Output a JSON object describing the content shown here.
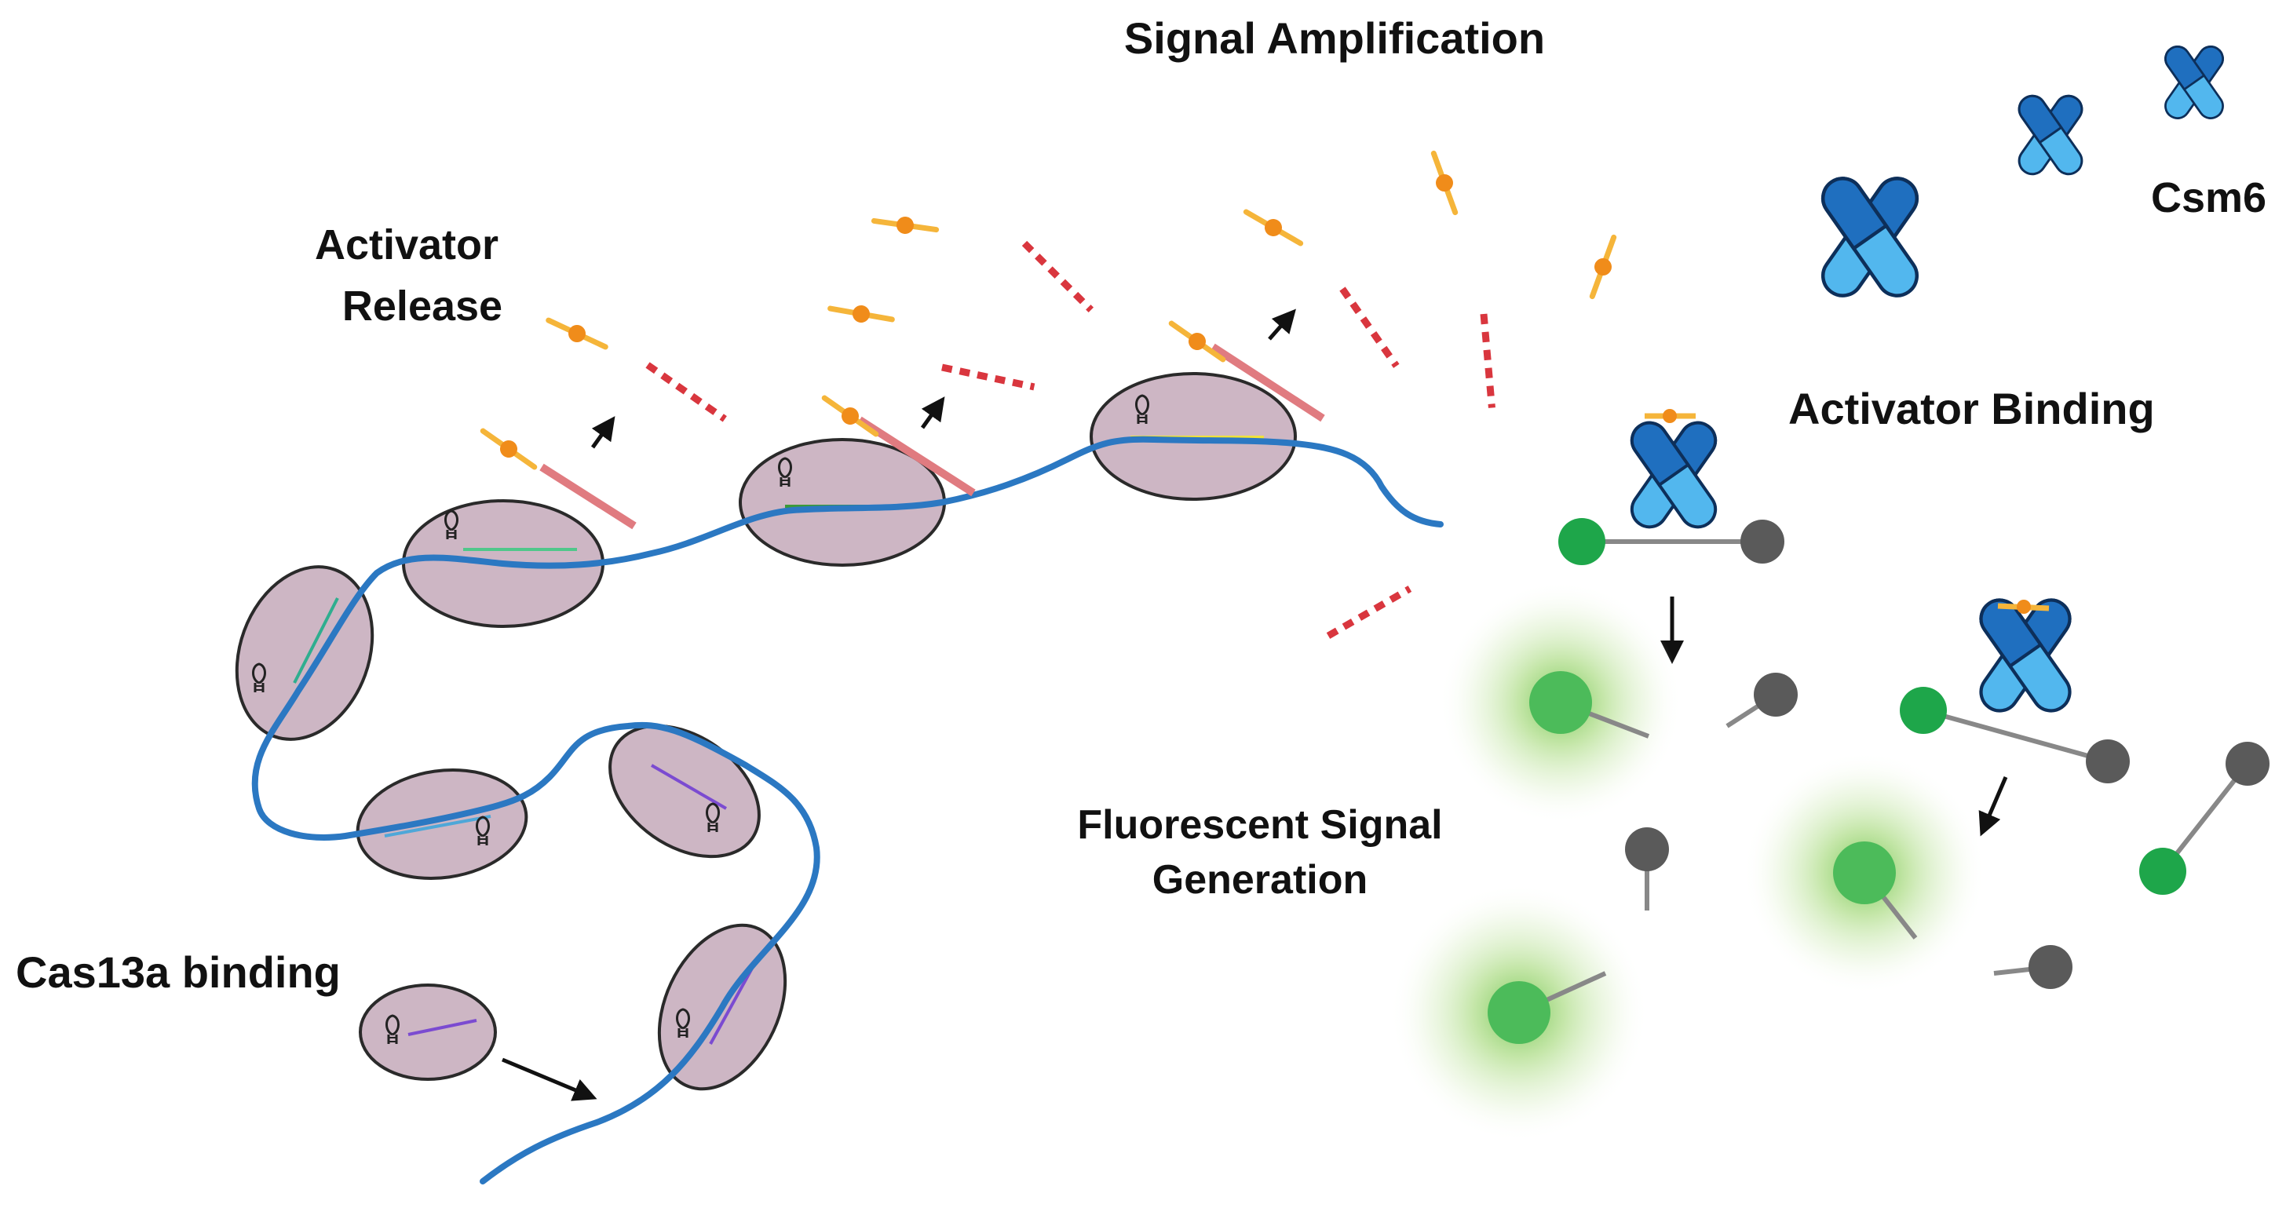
{
  "labels": {
    "signal_amplification": "Signal Amplification",
    "activator_release_1": "Activator",
    "activator_release_2": "Release",
    "csm6": "Csm6",
    "activator_binding": "Activator Binding",
    "fluorescent_1": "Fluorescent Signal",
    "fluorescent_2": "Generation",
    "cas13a_binding": "Cas13a binding"
  },
  "colors": {
    "rna_strand": "#2b78c2",
    "cas13a_body": "#cdb6c4",
    "cas13a_outline": "#2a2a2a",
    "cleaved_fragment": "#d9363e",
    "activator": "#f5a623",
    "activator_core": "#f08c1a",
    "csm6_dark": "#1f6fbf",
    "csm6_light": "#52b7ee",
    "fluorophore": "#1ea64a",
    "quencher": "#5a5a5a",
    "glow": "#8fd16a"
  }
}
